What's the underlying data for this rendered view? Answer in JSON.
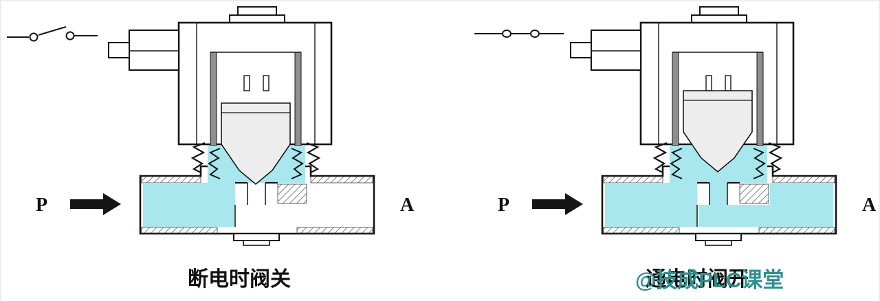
{
  "colors": {
    "fluid": "#a9e7ef",
    "line": "#161616",
    "metal_light": "#ededed",
    "metal_dark": "#8f8f8f",
    "watermark": "#2e8f8f",
    "text": "#111111",
    "bg": "#ffffff"
  },
  "left_diagram": {
    "switch_state": "open",
    "valve_state": "closed",
    "inlet_label": "P",
    "outlet_label": "A",
    "caption": "断电时阀关"
  },
  "right_diagram": {
    "switch_state": "closed",
    "valve_state": "open",
    "inlet_label": "P",
    "outlet_label": "A",
    "caption": "通电时阀开"
  },
  "watermark": {
    "text": "@技成PLC课堂"
  }
}
